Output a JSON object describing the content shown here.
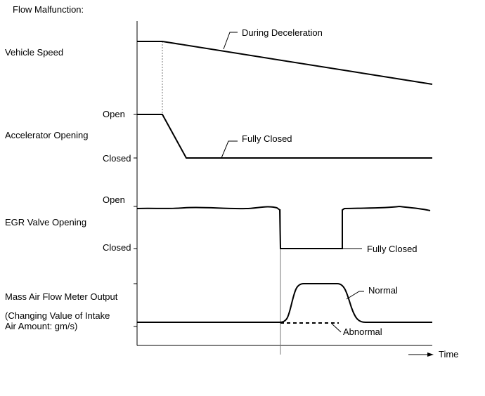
{
  "title": "Flow Malfunction:",
  "rows": {
    "vehicle_speed": {
      "label": "Vehicle Speed",
      "annotation": "During Deceleration"
    },
    "accelerator_opening": {
      "label": "Accelerator Opening",
      "open_label": "Open",
      "closed_label": "Closed",
      "annotation": "Fully Closed"
    },
    "egr_valve_opening": {
      "label": "EGR Valve Opening",
      "open_label": "Open",
      "closed_label": "Closed",
      "annotation": "Fully Closed"
    },
    "mass_air_flow": {
      "label": "Mass Air Flow Meter Output",
      "sublabel_line1": "(Changing Value of Intake",
      "sublabel_line2": "Air Amount: gm/s)",
      "normal_label": "Normal",
      "abnormal_label": "Abnormal"
    }
  },
  "time_label": "Time"
}
